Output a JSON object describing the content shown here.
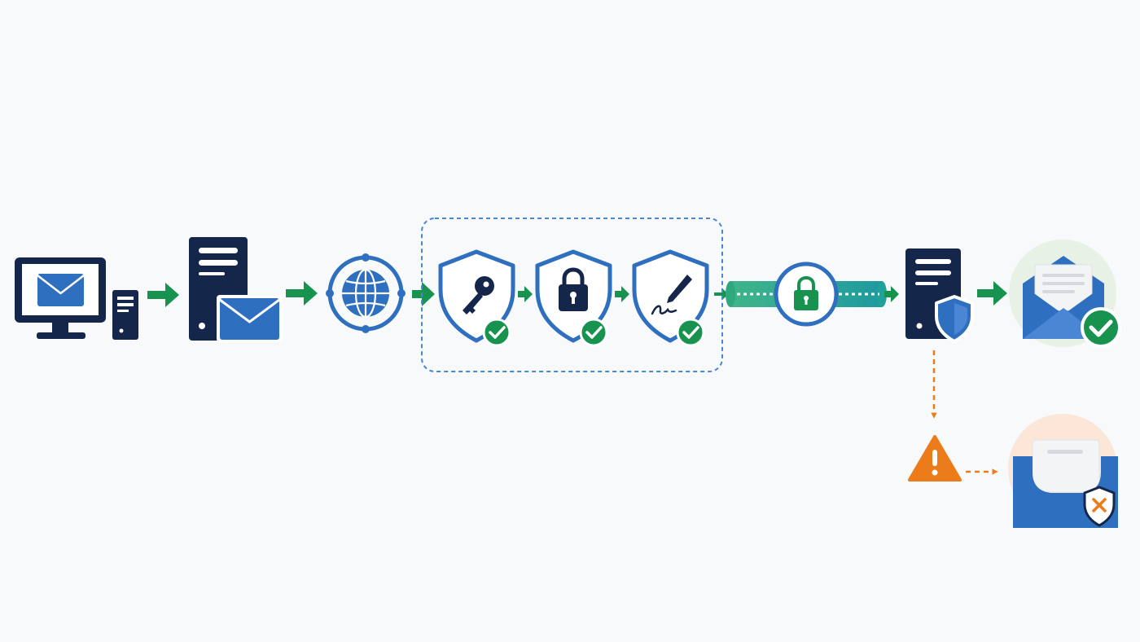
{
  "colors": {
    "background": "#f8f9fb",
    "navy": "#14264a",
    "blue": "#2f6fbf",
    "light_blue": "#4a86d4",
    "green": "#17924f",
    "teal": "#20a29a",
    "orange": "#ec7b1a",
    "white": "#ffffff",
    "paper": "#f3f4f6",
    "green_halo": "#e8f1e6",
    "orange_halo": "#fbe6d8"
  },
  "diagram": {
    "flow": [
      {
        "id": "sender-computer",
        "icon": "computer-mail-icon"
      },
      {
        "id": "mail-server",
        "icon": "server-mail-icon"
      },
      {
        "id": "internet",
        "icon": "globe-icon"
      },
      {
        "id": "verification-group",
        "checks": [
          {
            "icon": "shield-key-icon",
            "status": "passed"
          },
          {
            "icon": "shield-lock-icon",
            "status": "passed"
          },
          {
            "icon": "shield-signature-icon",
            "status": "passed"
          }
        ]
      },
      {
        "id": "encrypted-tunnel",
        "icon": "tunnel-lock-icon"
      },
      {
        "id": "receiving-server",
        "icon": "server-shield-icon"
      },
      {
        "id": "inbox-delivered",
        "icon": "envelope-open-check-icon",
        "status": "passed"
      }
    ],
    "reject_branch": [
      {
        "id": "warning",
        "icon": "warning-triangle-icon"
      },
      {
        "id": "quarantine",
        "icon": "tray-shield-x-icon",
        "status": "failed"
      }
    ]
  }
}
